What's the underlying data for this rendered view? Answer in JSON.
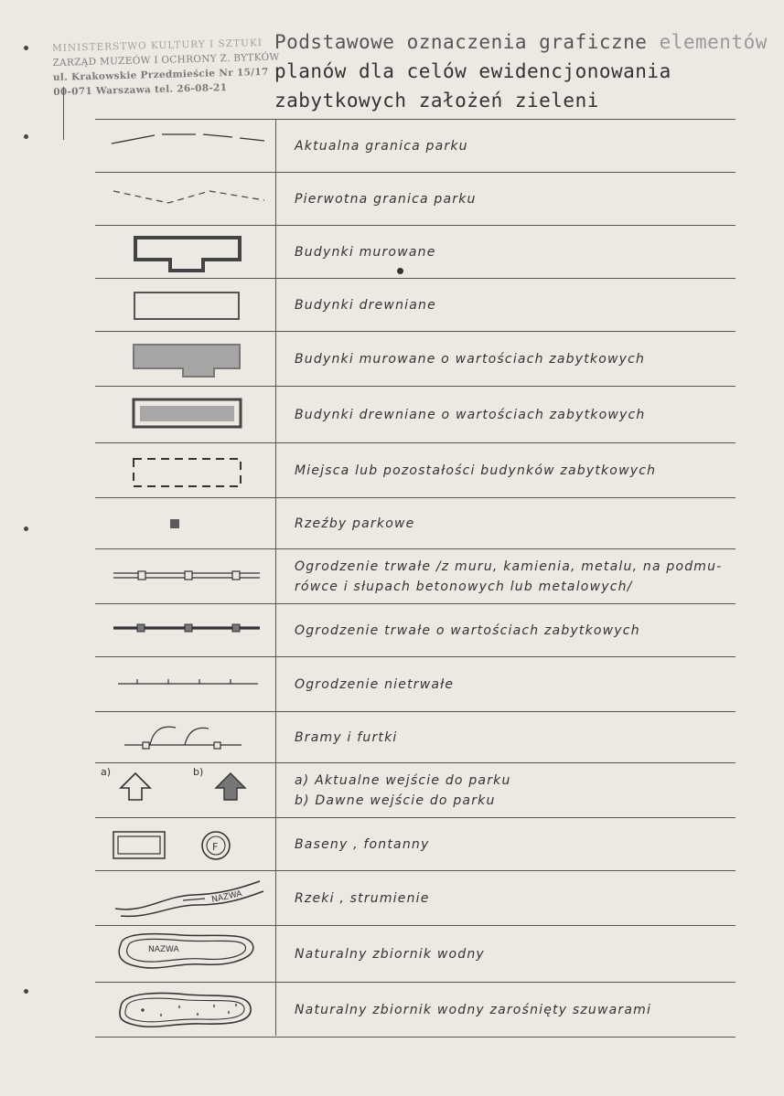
{
  "stamp": {
    "line1": "MINISTERSTWO KULTURY I SZTUKI",
    "line2": "ZARZĄD MUZEÓW I OCHRONY Z. BYTKÓW",
    "line3": "ul. Krakowskie Przedmieście Nr 15/17",
    "line4": "00-071 Warszawa   tel. 26-08-21"
  },
  "header": {
    "line1_a": "Podstawowe oznaczenia graficzne ",
    "line1_b": "elementów",
    "line2": "planów dla celów ewidencjonowania",
    "line3": "zabytkowych założeń zieleni"
  },
  "rows": [
    {
      "icon": "solid-dash-line",
      "text": [
        "Aktualna granica parku"
      ]
    },
    {
      "icon": "dashed-line",
      "text": [
        "Pierwotna granica parku"
      ]
    },
    {
      "icon": "thick-building-outline",
      "text": [
        "Budynki murowane"
      ]
    },
    {
      "icon": "thin-building-outline",
      "text": [
        "Budynki drewniane"
      ]
    },
    {
      "icon": "shaded-building",
      "text": [
        "Budynki murowane o wartościach zabytkowych"
      ]
    },
    {
      "icon": "shaded-framed-building",
      "text": [
        "Budynki drewniane o wartościach zabytkowych"
      ]
    },
    {
      "icon": "dashed-building",
      "text": [
        "Miejsca lub pozostałości budynków zabytkowych"
      ]
    },
    {
      "icon": "small-square",
      "text": [
        "Rzeźby parkowe"
      ]
    },
    {
      "icon": "double-fence",
      "text": [
        "Ogrodzenie trwałe /z muru, kamienia, metalu, na podmu-",
        "rówce i słupach betonowych lub metalowych/"
      ]
    },
    {
      "icon": "heavy-fence",
      "text": [
        "Ogrodzenie trwałe o wartościach zabytkowych"
      ]
    },
    {
      "icon": "light-fence",
      "text": [
        "Ogrodzenie nietrwałe"
      ]
    },
    {
      "icon": "gate",
      "text": [
        "Bramy i furtki"
      ]
    },
    {
      "icon": "entrance-arrows",
      "text": [
        "a) Aktualne wejście do parku",
        "b) Dawne wejście do parku"
      ]
    },
    {
      "icon": "pool-fountain",
      "text": [
        "Baseny , fontanny"
      ]
    },
    {
      "icon": "river",
      "text": [
        "Rzeki , strumienie"
      ]
    },
    {
      "icon": "pond",
      "text": [
        "Naturalny zbiornik wodny"
      ]
    },
    {
      "icon": "reedy-pond",
      "text": [
        "Naturalny zbiornik wodny zarośnięty szuwarami"
      ]
    }
  ],
  "symbol_labels": {
    "arrow_a": "a)",
    "arrow_b": "b)",
    "river_name": "NAZWA",
    "pond_name": "NAZWA",
    "fountain_letter": "F"
  }
}
